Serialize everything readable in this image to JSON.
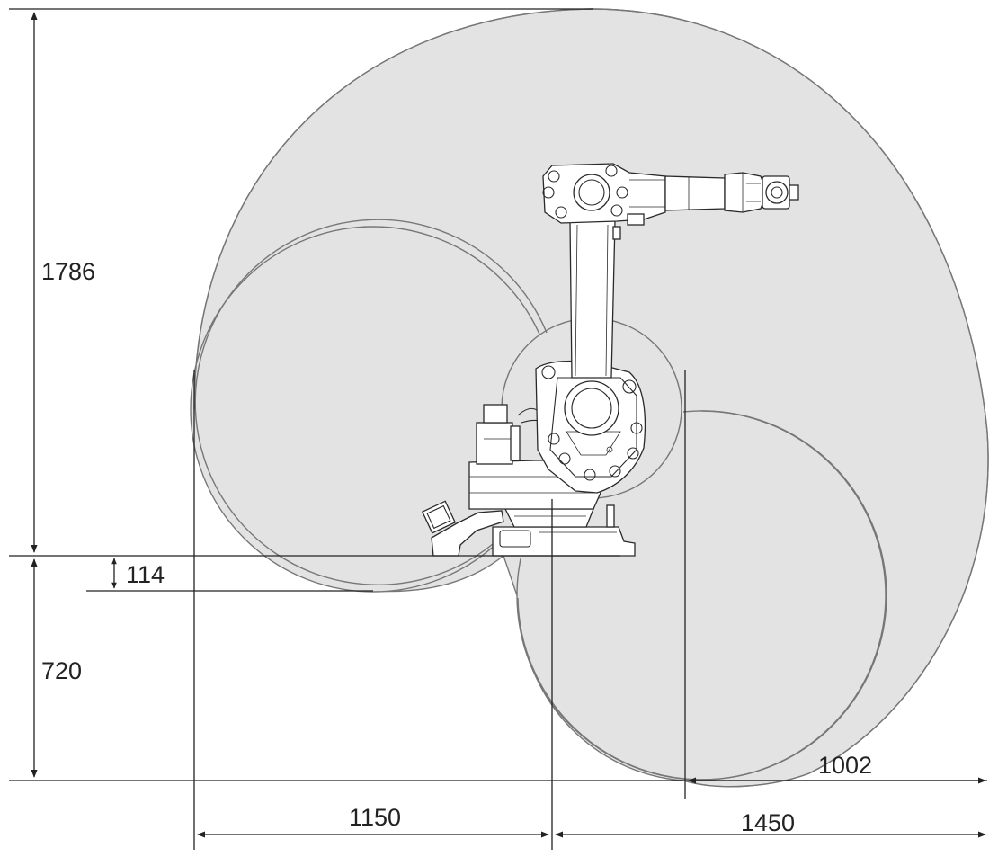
{
  "colors": {
    "envelope_fill": "#e3e3e3",
    "envelope_stroke": "#777777",
    "line": "#222222"
  },
  "dimensions": {
    "height_above_base": "1786",
    "base_offset": "114",
    "depth_below_base": "720",
    "reach_behind": "1150",
    "reach_front": "1450",
    "inner_reach": "1002"
  }
}
